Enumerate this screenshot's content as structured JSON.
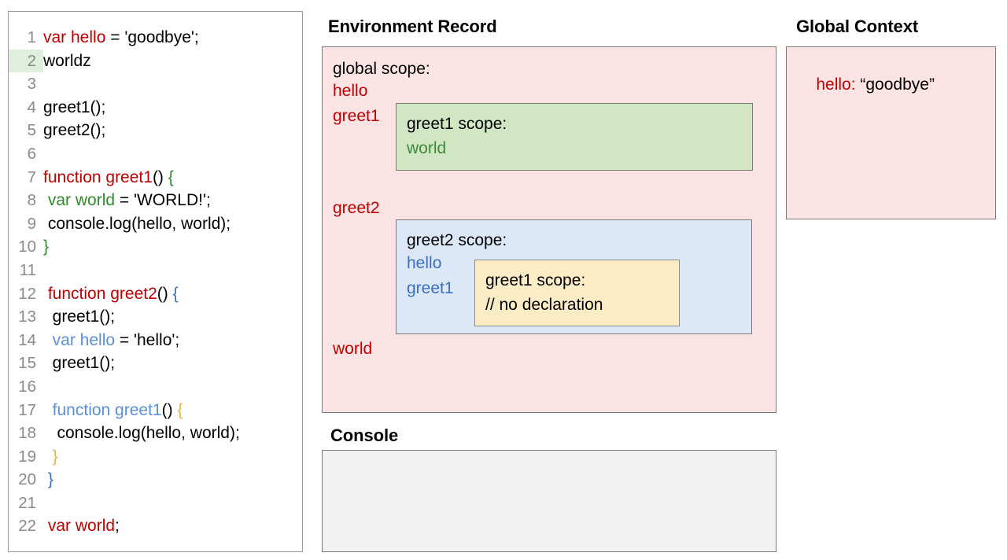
{
  "editor": {
    "highlighted_line": 2,
    "lines": [
      {
        "num": "1",
        "tokens": [
          {
            "t": "var hello",
            "c": "red"
          },
          {
            "t": " = 'goodbye';",
            "c": "black"
          }
        ]
      },
      {
        "num": "2",
        "tokens": [
          {
            "t": "worldz",
            "c": "black"
          }
        ]
      },
      {
        "num": "3",
        "tokens": []
      },
      {
        "num": "4",
        "tokens": [
          {
            "t": "greet1();",
            "c": "black"
          }
        ]
      },
      {
        "num": "5",
        "tokens": [
          {
            "t": "greet2();",
            "c": "black"
          }
        ]
      },
      {
        "num": "6",
        "tokens": []
      },
      {
        "num": "7",
        "tokens": [
          {
            "t": "function greet1",
            "c": "red"
          },
          {
            "t": "() ",
            "c": "black"
          },
          {
            "t": "{",
            "c": "green"
          }
        ]
      },
      {
        "num": "8",
        "tokens": [
          {
            "t": " ",
            "c": "black"
          },
          {
            "t": "var world",
            "c": "green"
          },
          {
            "t": " = 'WORLD!';",
            "c": "black"
          }
        ]
      },
      {
        "num": "9",
        "tokens": [
          {
            "t": " console.log(hello, world);",
            "c": "black"
          }
        ]
      },
      {
        "num": "10",
        "tokens": [
          {
            "t": "}",
            "c": "green"
          }
        ]
      },
      {
        "num": "11",
        "tokens": []
      },
      {
        "num": "12",
        "tokens": [
          {
            "t": " ",
            "c": "black"
          },
          {
            "t": "function greet2",
            "c": "red"
          },
          {
            "t": "() ",
            "c": "black"
          },
          {
            "t": "{",
            "c": "bblue"
          }
        ]
      },
      {
        "num": "13",
        "tokens": [
          {
            "t": "  greet1();",
            "c": "black"
          }
        ]
      },
      {
        "num": "14",
        "tokens": [
          {
            "t": "  ",
            "c": "black"
          },
          {
            "t": "var hello",
            "c": "blue"
          },
          {
            "t": " = 'hello';",
            "c": "black"
          }
        ]
      },
      {
        "num": "15",
        "tokens": [
          {
            "t": "  greet1();",
            "c": "black"
          }
        ]
      },
      {
        "num": "16",
        "tokens": []
      },
      {
        "num": "17",
        "tokens": [
          {
            "t": "  ",
            "c": "black"
          },
          {
            "t": "function greet1",
            "c": "blue"
          },
          {
            "t": "() ",
            "c": "black"
          },
          {
            "t": "{",
            "c": "amber"
          }
        ]
      },
      {
        "num": "18",
        "tokens": [
          {
            "t": "   console.log(hello, world);",
            "c": "black"
          }
        ]
      },
      {
        "num": "19",
        "tokens": [
          {
            "t": "  ",
            "c": "black"
          },
          {
            "t": "}",
            "c": "amber"
          }
        ]
      },
      {
        "num": "20",
        "tokens": [
          {
            "t": " ",
            "c": "black"
          },
          {
            "t": "}",
            "c": "bblue"
          }
        ]
      },
      {
        "num": "21",
        "tokens": []
      },
      {
        "num": "22",
        "tokens": [
          {
            "t": " ",
            "c": "black"
          },
          {
            "t": "var world",
            "c": "red"
          },
          {
            "t": ";",
            "c": "black"
          }
        ]
      }
    ]
  },
  "environment_record": {
    "title": "Environment Record",
    "global_scope": {
      "heading": "global scope:",
      "bindings": [
        "hello",
        "greet1",
        "greet2",
        "world"
      ]
    },
    "greet1_scope": {
      "heading": "greet1 scope:",
      "bindings": [
        "world"
      ]
    },
    "greet2_scope": {
      "heading": "greet2 scope:",
      "bindings": [
        "hello",
        "greet1"
      ]
    },
    "greet1_inner_scope": {
      "heading": "greet1 scope:",
      "bindings": [
        "// no declaration"
      ]
    }
  },
  "global_context": {
    "title": "Global Context",
    "entries": [
      {
        "key": "hello:",
        "value": " “goodbye”"
      }
    ]
  },
  "console": {
    "title": "Console",
    "lines": []
  },
  "colors": {
    "pink_bg": "#fce4e4",
    "green_bg": "#d1e7c4",
    "blue_bg": "#dce8f8",
    "yellow_bg": "#fcecc5",
    "console_bg": "#f2f2f2",
    "border": "#7a7a7a",
    "red_token": "#c00000",
    "green_token": "#2e8b2e",
    "blue_token": "#5b8fd6",
    "amber_token": "#e8b64c",
    "line_number": "#8a8a8a",
    "highlight_row": "#dfeedd"
  }
}
